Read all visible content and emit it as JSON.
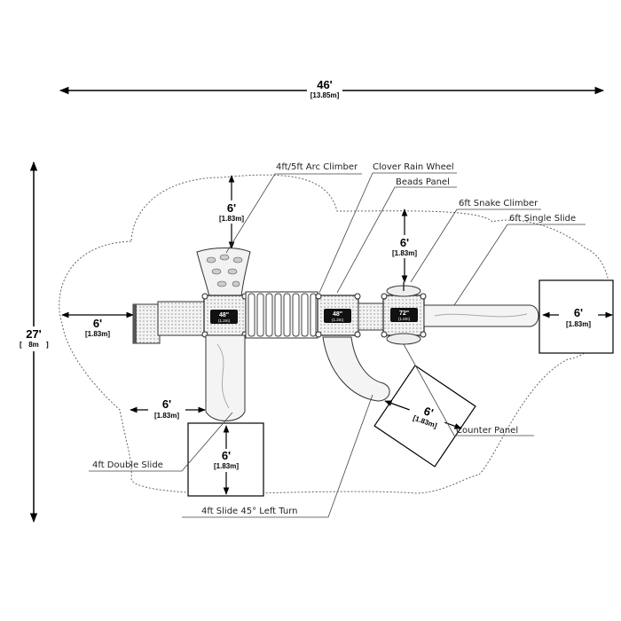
{
  "overall": {
    "width_ft": "46'",
    "width_m": "[13.85m]",
    "depth_ft": "27'",
    "depth_m_open": "[",
    "depth_m": "8m",
    "depth_m_close": "]"
  },
  "clearances": {
    "arc_top": {
      "ft": "6'",
      "m": "[1.83m]"
    },
    "center_top": {
      "ft": "6'",
      "m": "[1.83m]"
    },
    "left": {
      "ft": "6'",
      "m": "[1.83m]"
    },
    "double_slide_left": {
      "ft": "6'",
      "m": "[1.83m]"
    },
    "double_slide_bottom": {
      "ft": "6'",
      "m": "[1.83m]"
    },
    "single_slide_end": {
      "ft": "6'",
      "m": "[1.83m]"
    },
    "turn_slide_end": {
      "ft": "6'",
      "m": "[1.83m]"
    }
  },
  "decks": [
    {
      "height": "48\"",
      "metric": "(1.2m)"
    },
    {
      "height": "48\"",
      "metric": "(1.2m)"
    },
    {
      "height": "72\"",
      "metric": "(1.8m)"
    }
  ],
  "callouts": {
    "arc_climber": "4ft/5ft Arc Climber",
    "rain_wheel": "Clover Rain Wheel",
    "beads_panel": "Beads Panel",
    "snake_climber": "6ft Snake Climber",
    "single_slide": "6ft Single Slide",
    "counter_panel": "Counter Panel",
    "double_slide": "4ft Double Slide",
    "turn_slide": "4ft Slide 45° Left Turn"
  }
}
